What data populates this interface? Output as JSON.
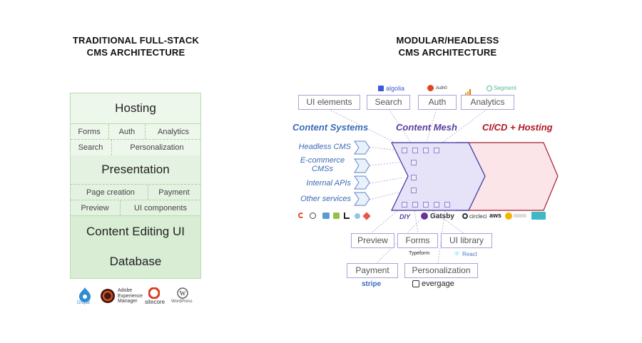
{
  "left": {
    "title_line1": "TRADITIONAL FULL-STACK",
    "title_line2": "CMS ARCHITECTURE",
    "hosting": "Hosting",
    "forms": "Forms",
    "auth": "Auth",
    "analytics": "Analytics",
    "search": "Search",
    "personalization": "Personalization",
    "presentation": "Presentation",
    "page_creation": "Page creation",
    "payment": "Payment",
    "preview": "Preview",
    "ui_components": "UI components",
    "content_editing": "Content Editing UI",
    "database": "Database",
    "logos": {
      "drupal": "Drupal",
      "adobe_line1": "Adobe",
      "adobe_line2": "Experience",
      "adobe_line3": "Manager",
      "sitecore": "sitecore",
      "wordpress": "WordPress"
    }
  },
  "right": {
    "title_line1": "MODULAR/HEADLESS",
    "title_line2": "CMS ARCHITECTURE",
    "top_logos": {
      "algolia": "algolia",
      "auth0": "Auth0",
      "segment": "Segment"
    },
    "top_boxes": [
      "UI elements",
      "Search",
      "Auth",
      "Analytics"
    ],
    "content_systems": "Content Systems",
    "content_mesh": "Content Mesh",
    "cicd": "CI/CD + Hosting",
    "sources": [
      "Headless CMS",
      "E-commerce CMSs",
      "Internal APIs",
      "Other services"
    ],
    "diy": "DIY",
    "gatsby": "Gatsby",
    "circleci": "circleci",
    "aws": "aws",
    "bottom_boxes": {
      "preview": "Preview",
      "forms": "Forms",
      "ui_library": "UI library",
      "payment": "Payment",
      "personalization": "Personalization"
    },
    "bottom_logos": {
      "typeform": "Typeform",
      "react": "React",
      "stripe": "stripe",
      "evergage": "evergage"
    },
    "colors": {
      "mesh_fill": "#e6e2f7",
      "mesh_stroke": "#3b2f9e",
      "cicd_fill": "#fbe5e8",
      "cicd_stroke": "#a41d2e",
      "source_blue": "#3b6ab8",
      "mesh_purple": "#5b3fa0",
      "cicd_red": "#b0161f"
    }
  }
}
